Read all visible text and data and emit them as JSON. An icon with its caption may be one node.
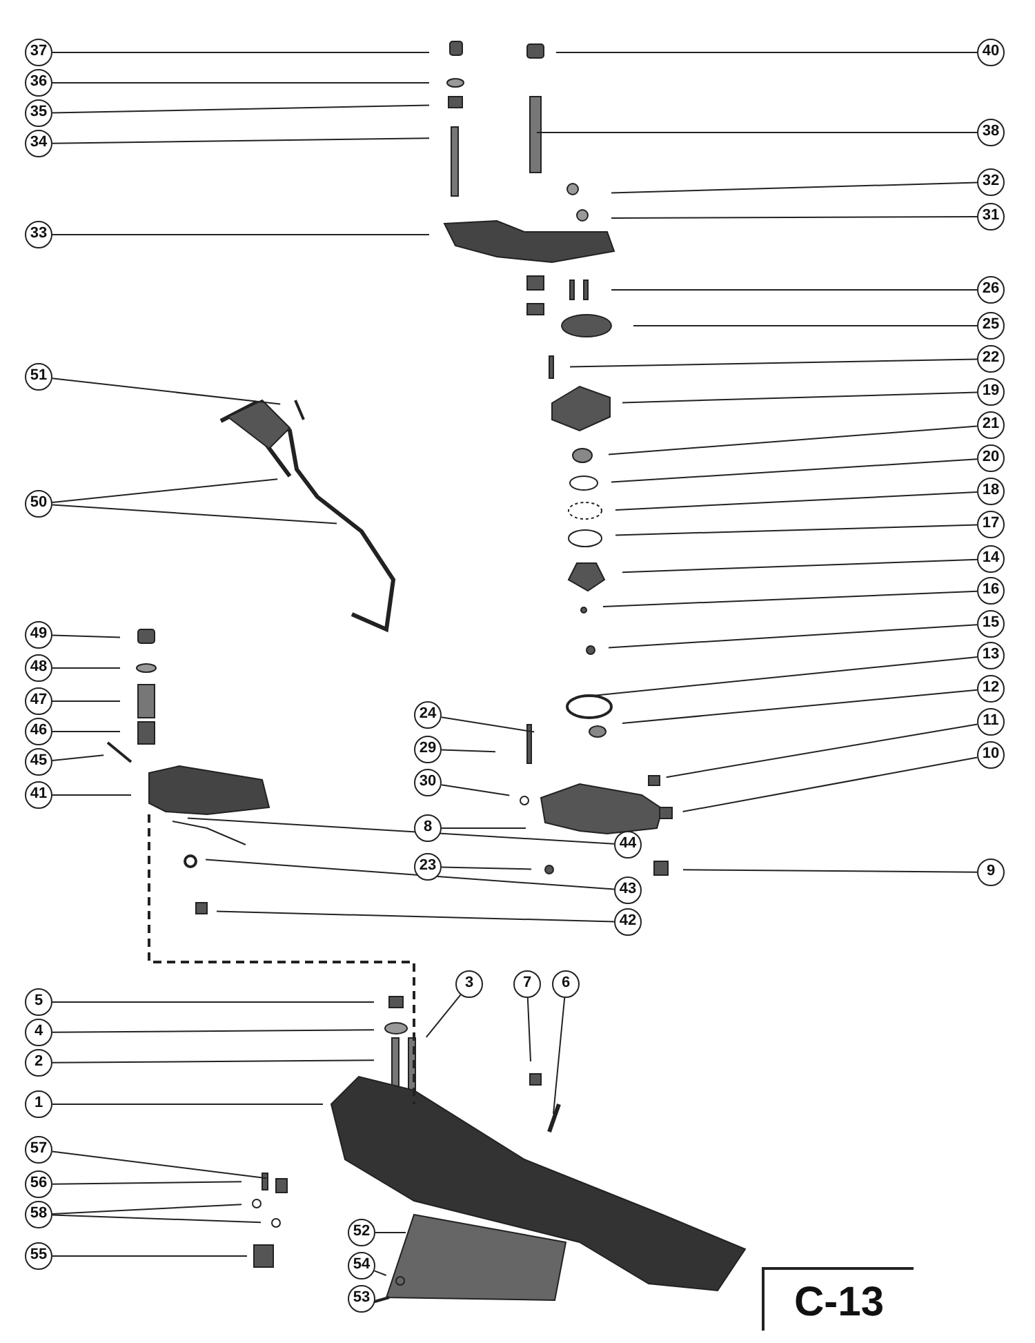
{
  "diagram": {
    "nodes": [
      {
        "text": [
          "37"
        ]
      },
      {
        "text": [
          "40"
        ]
      },
      {
        "text": [
          "36"
        ]
      },
      {
        "text": [
          "35"
        ]
      },
      {
        "text": [
          "34"
        ]
      },
      {
        "text": [
          "38"
        ]
      },
      {
        "text": [
          "32"
        ]
      },
      {
        "text": [
          "31"
        ]
      },
      {
        "text": [
          "33"
        ]
      },
      {
        "text": [
          "26"
        ]
      },
      {
        "text": [
          "25"
        ]
      },
      {
        "text": [
          "22"
        ]
      },
      {
        "text": [
          "51"
        ]
      },
      {
        "text": [
          "19"
        ]
      },
      {
        "text": [
          "21"
        ]
      },
      {
        "text": [
          "20"
        ]
      },
      {
        "text": [
          "18"
        ]
      },
      {
        "text": [
          "50"
        ]
      },
      {
        "text": [
          "17"
        ]
      },
      {
        "text": [
          "14"
        ]
      },
      {
        "text": [
          "16"
        ]
      },
      {
        "text": [
          "49"
        ]
      },
      {
        "text": [
          "15"
        ]
      },
      {
        "text": [
          "13"
        ]
      },
      {
        "text": [
          "48"
        ]
      },
      {
        "text": [
          "12"
        ]
      },
      {
        "text": [
          "47"
        ]
      },
      {
        "text": [
          "24"
        ]
      },
      {
        "text": [
          "11"
        ]
      },
      {
        "text": [
          "46"
        ]
      },
      {
        "text": [
          "29"
        ]
      },
      {
        "text": [
          "10"
        ]
      },
      {
        "text": [
          "45"
        ]
      },
      {
        "text": [
          "30"
        ]
      },
      {
        "text": [
          "41"
        ]
      },
      {
        "text": [
          "8"
        ]
      },
      {
        "text": [
          "44"
        ]
      },
      {
        "text": [
          "23"
        ]
      },
      {
        "text": [
          "9"
        ]
      },
      {
        "text": [
          "43"
        ]
      },
      {
        "text": [
          "42"
        ]
      },
      {
        "text": [
          "3"
        ]
      },
      {
        "text": [
          "7"
        ]
      },
      {
        "text": [
          "6"
        ]
      },
      {
        "text": [
          "5"
        ]
      },
      {
        "text": [
          "4"
        ]
      },
      {
        "text": [
          "2"
        ]
      },
      {
        "text": [
          "1"
        ]
      },
      {
        "text": [
          "57"
        ]
      },
      {
        "text": [
          "56"
        ]
      },
      {
        "text": [
          "58"
        ]
      },
      {
        "text": [
          "55"
        ]
      },
      {
        "text": [
          "52"
        ]
      },
      {
        "text": [
          "54"
        ]
      },
      {
        "text": [
          "53"
        ]
      }
    ],
    "edges": [
      {
        "from": 0,
        "to": null,
        "arrow": "none"
      },
      {
        "from": 1,
        "to": null,
        "arrow": "none"
      },
      {
        "from": 2,
        "to": null,
        "arrow": "none"
      },
      {
        "from": 3,
        "to": null,
        "arrow": "none"
      },
      {
        "from": 4,
        "to": null,
        "arrow": "none"
      },
      {
        "from": 5,
        "to": null,
        "arrow": "none"
      },
      {
        "from": 6,
        "to": null,
        "arrow": "none"
      },
      {
        "from": 7,
        "to": null,
        "arrow": "none"
      },
      {
        "from": 8,
        "to": null,
        "arrow": "none"
      },
      {
        "from": 9,
        "to": null,
        "arrow": "none"
      },
      {
        "from": 10,
        "to": null,
        "arrow": "none"
      },
      {
        "from": 11,
        "to": null,
        "arrow": "none"
      },
      {
        "from": 12,
        "to": null,
        "arrow": "none"
      },
      {
        "from": 13,
        "to": null,
        "arrow": "none"
      },
      {
        "from": 14,
        "to": null,
        "arrow": "none"
      },
      {
        "from": 15,
        "to": null,
        "arrow": "none"
      },
      {
        "from": 16,
        "to": null,
        "arrow": "none"
      },
      {
        "from": 17,
        "to": null,
        "arrow": "none"
      },
      {
        "from": 17,
        "to": null,
        "arrow": "none"
      },
      {
        "from": 18,
        "to": null,
        "arrow": "none"
      },
      {
        "from": 19,
        "to": null,
        "arrow": "none"
      },
      {
        "from": 20,
        "to": null,
        "arrow": "none"
      },
      {
        "from": 21,
        "to": null,
        "arrow": "none"
      },
      {
        "from": 22,
        "to": null,
        "arrow": "none"
      },
      {
        "from": 23,
        "to": null,
        "arrow": "none"
      },
      {
        "from": 24,
        "to": null,
        "arrow": "none"
      },
      {
        "from": 25,
        "to": null,
        "arrow": "none"
      },
      {
        "from": 26,
        "to": null,
        "arrow": "none"
      },
      {
        "from": 27,
        "to": null,
        "arrow": "none"
      },
      {
        "from": 28,
        "to": null,
        "arrow": "none"
      },
      {
        "from": 29,
        "to": null,
        "arrow": "none"
      },
      {
        "from": 30,
        "to": null,
        "arrow": "none"
      },
      {
        "from": 31,
        "to": null,
        "arrow": "none"
      },
      {
        "from": 32,
        "to": null,
        "arrow": "none"
      },
      {
        "from": 33,
        "to": null,
        "arrow": "none"
      },
      {
        "from": 34,
        "to": null,
        "arrow": "none"
      },
      {
        "from": 35,
        "to": null,
        "arrow": "none"
      },
      {
        "from": 36,
        "to": null,
        "arrow": "none"
      },
      {
        "from": 37,
        "to": null,
        "arrow": "none"
      },
      {
        "from": 38,
        "to": null,
        "arrow": "none"
      },
      {
        "from": 39,
        "to": null,
        "arrow": "none"
      },
      {
        "from": 40,
        "to": null,
        "arrow": "none"
      },
      {
        "from": 41,
        "to": null,
        "arrow": "none"
      },
      {
        "from": 42,
        "to": null,
        "arrow": "none"
      },
      {
        "from": 43,
        "to": null,
        "arrow": "none"
      },
      {
        "from": 44,
        "to": null,
        "arrow": "none"
      },
      {
        "from": 45,
        "to": null,
        "arrow": "none"
      },
      {
        "from": 46,
        "to": null,
        "arrow": "none"
      },
      {
        "from": 47,
        "to": null,
        "arrow": "none"
      },
      {
        "from": 48,
        "to": null,
        "arrow": "none"
      },
      {
        "from": 49,
        "to": null,
        "arrow": "none"
      },
      {
        "from": 50,
        "to": null,
        "arrow": "none"
      },
      {
        "from": 50,
        "to": null,
        "arrow": "none"
      },
      {
        "from": 51,
        "to": null,
        "arrow": "none"
      },
      {
        "from": 52,
        "to": null,
        "arrow": "none"
      },
      {
        "from": 53,
        "to": null,
        "arrow": "none"
      },
      {
        "from": 54,
        "to": null,
        "arrow": "none"
      }
    ],
    "labels": [
      "C-13"
    ]
  }
}
